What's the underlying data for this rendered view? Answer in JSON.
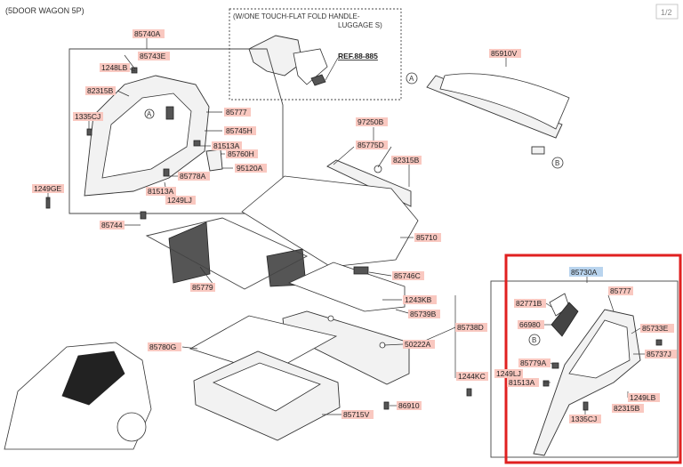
{
  "header": {
    "variant": "(5DOOR WAGON 5P)",
    "page": "1/2"
  },
  "inset": {
    "line1": "(W/ONE TOUCH-FLAT FOLD HANDLE-",
    "line2": "LUGGAGE S)",
    "ref": "REF.88-885"
  },
  "callouts": {
    "a": "A",
    "b": "B"
  },
  "labels": {
    "p85740A": "85740A",
    "p85743E": "85743E",
    "p1248LB": "1248LB",
    "p82315B": "82315B",
    "p1335CJ": "1335CJ",
    "p85777": "85777",
    "p85745H": "85745H",
    "p81513A": "81513A",
    "p85760H": "85760H",
    "p95120A": "95120A",
    "p85778A": "85778A",
    "p1249LJ": "1249LJ",
    "p1249GE": "1249GE",
    "p85744": "85744",
    "p97250B": "97250B",
    "p85775D": "85775D",
    "p82315B_b": "82315B",
    "p85910V": "85910V",
    "p85710": "85710",
    "p85779": "85779",
    "p85746C": "85746C",
    "p1243KB": "1243KB",
    "p85739B": "85739B",
    "p85738D": "85738D",
    "p85780G": "85780G",
    "p50222A": "50222A",
    "p1244KC": "1244KC",
    "p86910": "86910",
    "p85715V": "85715V",
    "p85730A": "85730A",
    "p82771B": "82771B",
    "p85777_r": "85777",
    "p66980": "66980",
    "p85733E": "85733E",
    "p85737J": "85737J",
    "p85779A": "85779A",
    "p1249LJ_r": "1249LJ",
    "p81513A_r": "81513A",
    "p1249LB_r": "1249LB",
    "p82315B_r": "82315B",
    "p1335CJ_r": "1335CJ"
  },
  "colors": {
    "label_bg": "#f9c8c0",
    "highlight_label_bg": "#b9d4ee",
    "selection_border": "#e02020"
  }
}
